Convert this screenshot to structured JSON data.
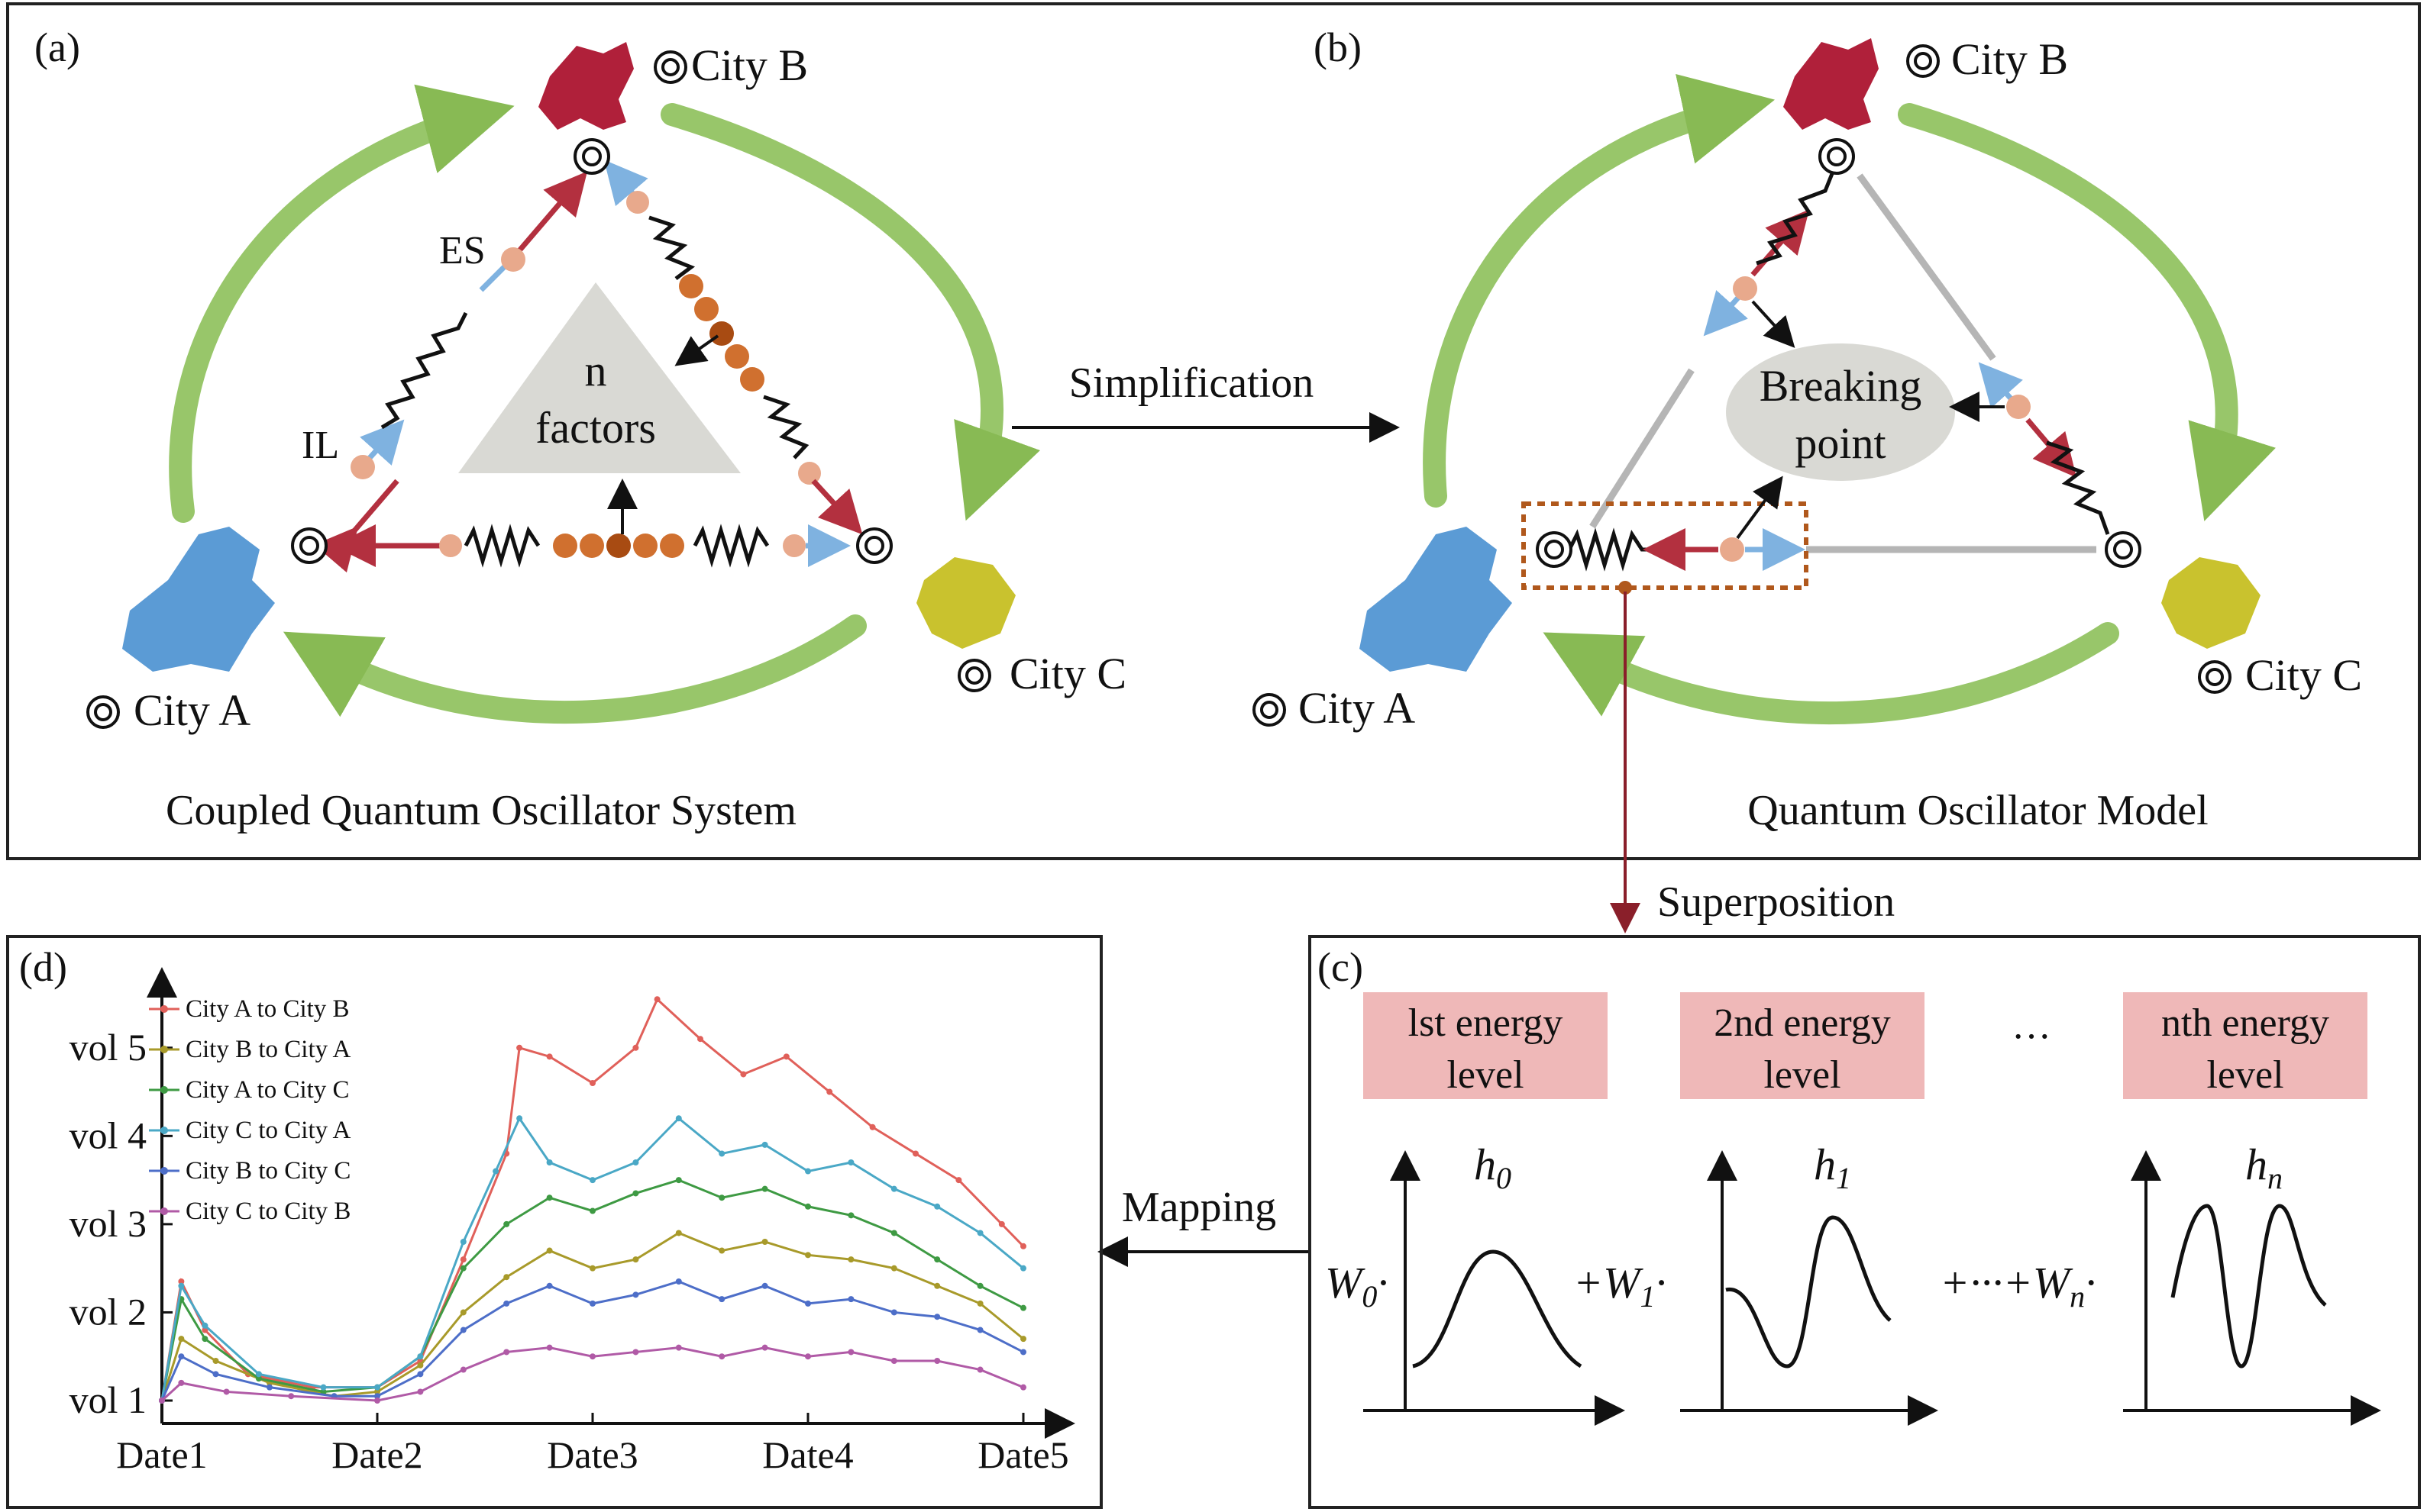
{
  "panel_a": {
    "label": "(a)",
    "caption": "Coupled Quantum Oscillator System",
    "city_a": "City A",
    "city_b": "City B",
    "city_c": "City C",
    "es_label": "ES",
    "il_label": "IL",
    "factors_line1": "n",
    "factors_line2": "factors"
  },
  "panel_b": {
    "label": "(b)",
    "caption": "Quantum Oscillator Model",
    "city_a": "City A",
    "city_b": "City B",
    "city_c": "City C",
    "breaking_line1": "Breaking",
    "breaking_line2": "point"
  },
  "panel_c": {
    "label": "(c)",
    "levels": [
      {
        "line1": "lst energy",
        "line2": "level",
        "func": "h",
        "sub": "0",
        "weight": "W",
        "weight_sub": "0",
        "weight_prefix": "",
        "weight_suffix": "·"
      },
      {
        "line1": "2nd energy",
        "line2": "level",
        "func": "h",
        "sub": "1",
        "weight": "W",
        "weight_sub": "1",
        "weight_prefix": "+",
        "weight_suffix": "·"
      },
      {
        "line1": "nth energy",
        "line2": "level",
        "func": "h",
        "sub": "n",
        "weight": "W",
        "weight_sub": "n",
        "weight_prefix": "+···+",
        "weight_suffix": "·"
      }
    ],
    "ellipsis": "···"
  },
  "arrows": {
    "simplification": "Simplification",
    "superposition": "Superposition",
    "mapping": "Mapping"
  },
  "colors": {
    "city_a": "#5b9bd5",
    "city_b": "#b0203a",
    "city_c": "#c9c22e",
    "green_arrow": "#7cb342",
    "red_arrow": "#b3303f",
    "blue_arrow": "#7fb2e0",
    "bead_light": "#e8a98c",
    "bead_mid": "#d0702f",
    "bead_dark": "#a84b12",
    "energy_box": "#efb8b8",
    "dashed_box": "#b0581c"
  },
  "chart_data": {
    "type": "line",
    "label": "(d)",
    "categories": [
      "Date1",
      "Date2",
      "Date3",
      "Date4",
      "Date5"
    ],
    "y_ticks": [
      "vol 1",
      "vol 2",
      "vol 3",
      "vol 4",
      "vol 5"
    ],
    "ylim": [
      1,
      5.5
    ],
    "legend_position": "top-left",
    "series": [
      {
        "name": "City A to City B",
        "color": "#e0605a",
        "points": [
          [
            0,
            1.0
          ],
          [
            0.09,
            2.35
          ],
          [
            0.2,
            1.8
          ],
          [
            0.4,
            1.3
          ],
          [
            0.7,
            1.15
          ],
          [
            1.0,
            1.15
          ],
          [
            1.2,
            1.45
          ],
          [
            1.4,
            2.6
          ],
          [
            1.6,
            3.8
          ],
          [
            1.66,
            5.0
          ],
          [
            1.8,
            4.9
          ],
          [
            2.0,
            4.6
          ],
          [
            2.2,
            5.0
          ],
          [
            2.3,
            5.55
          ],
          [
            2.5,
            5.1
          ],
          [
            2.7,
            4.7
          ],
          [
            2.9,
            4.9
          ],
          [
            3.1,
            4.5
          ],
          [
            3.3,
            4.1
          ],
          [
            3.5,
            3.8
          ],
          [
            3.7,
            3.5
          ],
          [
            3.9,
            3.0
          ],
          [
            4.0,
            2.75
          ]
        ]
      },
      {
        "name": "City B to City A",
        "color": "#a89a2a",
        "points": [
          [
            0,
            1.0
          ],
          [
            0.09,
            1.7
          ],
          [
            0.25,
            1.45
          ],
          [
            0.5,
            1.2
          ],
          [
            0.8,
            1.05
          ],
          [
            1.0,
            1.1
          ],
          [
            1.2,
            1.4
          ],
          [
            1.4,
            2.0
          ],
          [
            1.6,
            2.4
          ],
          [
            1.8,
            2.7
          ],
          [
            2.0,
            2.5
          ],
          [
            2.2,
            2.6
          ],
          [
            2.4,
            2.9
          ],
          [
            2.6,
            2.7
          ],
          [
            2.8,
            2.8
          ],
          [
            3.0,
            2.65
          ],
          [
            3.2,
            2.6
          ],
          [
            3.4,
            2.5
          ],
          [
            3.6,
            2.3
          ],
          [
            3.8,
            2.1
          ],
          [
            4.0,
            1.7
          ]
        ]
      },
      {
        "name": "City A to City C",
        "color": "#3e9a43",
        "points": [
          [
            0,
            1.0
          ],
          [
            0.09,
            2.15
          ],
          [
            0.2,
            1.7
          ],
          [
            0.45,
            1.25
          ],
          [
            0.75,
            1.1
          ],
          [
            1.0,
            1.15
          ],
          [
            1.2,
            1.5
          ],
          [
            1.4,
            2.5
          ],
          [
            1.6,
            3.0
          ],
          [
            1.8,
            3.3
          ],
          [
            2.0,
            3.15
          ],
          [
            2.2,
            3.35
          ],
          [
            2.4,
            3.5
          ],
          [
            2.6,
            3.3
          ],
          [
            2.8,
            3.4
          ],
          [
            3.0,
            3.2
          ],
          [
            3.2,
            3.1
          ],
          [
            3.4,
            2.9
          ],
          [
            3.6,
            2.6
          ],
          [
            3.8,
            2.3
          ],
          [
            4.0,
            2.05
          ]
        ]
      },
      {
        "name": "City C to City A",
        "color": "#4aa8c6",
        "points": [
          [
            0,
            1.0
          ],
          [
            0.09,
            2.3
          ],
          [
            0.2,
            1.85
          ],
          [
            0.45,
            1.3
          ],
          [
            0.75,
            1.15
          ],
          [
            1.0,
            1.15
          ],
          [
            1.2,
            1.5
          ],
          [
            1.4,
            2.8
          ],
          [
            1.55,
            3.6
          ],
          [
            1.66,
            4.2
          ],
          [
            1.8,
            3.7
          ],
          [
            2.0,
            3.5
          ],
          [
            2.2,
            3.7
          ],
          [
            2.4,
            4.2
          ],
          [
            2.6,
            3.8
          ],
          [
            2.8,
            3.9
          ],
          [
            3.0,
            3.6
          ],
          [
            3.2,
            3.7
          ],
          [
            3.4,
            3.4
          ],
          [
            3.6,
            3.2
          ],
          [
            3.8,
            2.9
          ],
          [
            4.0,
            2.5
          ]
        ]
      },
      {
        "name": "City B to City C",
        "color": "#4d6ec8",
        "points": [
          [
            0,
            1.0
          ],
          [
            0.09,
            1.5
          ],
          [
            0.25,
            1.3
          ],
          [
            0.5,
            1.15
          ],
          [
            0.8,
            1.05
          ],
          [
            1.0,
            1.05
          ],
          [
            1.2,
            1.3
          ],
          [
            1.4,
            1.8
          ],
          [
            1.6,
            2.1
          ],
          [
            1.8,
            2.3
          ],
          [
            2.0,
            2.1
          ],
          [
            2.2,
            2.2
          ],
          [
            2.4,
            2.35
          ],
          [
            2.6,
            2.15
          ],
          [
            2.8,
            2.3
          ],
          [
            3.0,
            2.1
          ],
          [
            3.2,
            2.15
          ],
          [
            3.4,
            2.0
          ],
          [
            3.6,
            1.95
          ],
          [
            3.8,
            1.8
          ],
          [
            4.0,
            1.55
          ]
        ]
      },
      {
        "name": "City C to City B",
        "color": "#b05aa6",
        "points": [
          [
            0,
            1.0
          ],
          [
            0.09,
            1.2
          ],
          [
            0.3,
            1.1
          ],
          [
            0.6,
            1.05
          ],
          [
            1.0,
            1.0
          ],
          [
            1.2,
            1.1
          ],
          [
            1.4,
            1.35
          ],
          [
            1.6,
            1.55
          ],
          [
            1.8,
            1.6
          ],
          [
            2.0,
            1.5
          ],
          [
            2.2,
            1.55
          ],
          [
            2.4,
            1.6
          ],
          [
            2.6,
            1.5
          ],
          [
            2.8,
            1.6
          ],
          [
            3.0,
            1.5
          ],
          [
            3.2,
            1.55
          ],
          [
            3.4,
            1.45
          ],
          [
            3.6,
            1.45
          ],
          [
            3.8,
            1.35
          ],
          [
            4.0,
            1.15
          ]
        ]
      }
    ]
  }
}
